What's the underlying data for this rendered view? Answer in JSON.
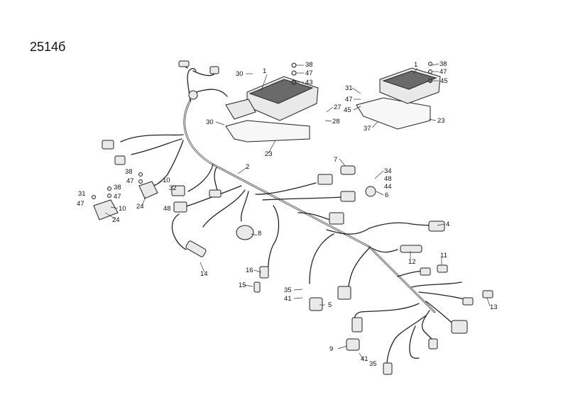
{
  "diagram_id": "2514б",
  "callouts": [
    {
      "id": "c1a",
      "label": "1"
    },
    {
      "id": "c1b",
      "label": "1"
    },
    {
      "id": "c2",
      "label": "2"
    },
    {
      "id": "c4",
      "label": "4"
    },
    {
      "id": "c5",
      "label": "5"
    },
    {
      "id": "c6",
      "label": "6"
    },
    {
      "id": "c7",
      "label": "7"
    },
    {
      "id": "c8",
      "label": "8"
    },
    {
      "id": "c9",
      "label": "9"
    },
    {
      "id": "c10a",
      "label": "10"
    },
    {
      "id": "c10b",
      "label": "10"
    },
    {
      "id": "c11",
      "label": "11"
    },
    {
      "id": "c12",
      "label": "12"
    },
    {
      "id": "c13",
      "label": "13"
    },
    {
      "id": "c14",
      "label": "14"
    },
    {
      "id": "c15",
      "label": "15"
    },
    {
      "id": "c16",
      "label": "16"
    },
    {
      "id": "c23a",
      "label": "23"
    },
    {
      "id": "c23b",
      "label": "23"
    },
    {
      "id": "c24a",
      "label": "24"
    },
    {
      "id": "c24b",
      "label": "24"
    },
    {
      "id": "c27",
      "label": "27"
    },
    {
      "id": "c28",
      "label": "28"
    },
    {
      "id": "c30a",
      "label": "30"
    },
    {
      "id": "c30b",
      "label": "30"
    },
    {
      "id": "c31a",
      "label": "31"
    },
    {
      "id": "c31b",
      "label": "31"
    },
    {
      "id": "c32",
      "label": "32"
    },
    {
      "id": "c34",
      "label": "34"
    },
    {
      "id": "c35a",
      "label": "35"
    },
    {
      "id": "c35b",
      "label": "35"
    },
    {
      "id": "c37",
      "label": "37"
    },
    {
      "id": "c38a",
      "label": "38"
    },
    {
      "id": "c38b",
      "label": "38"
    },
    {
      "id": "c38c",
      "label": "38"
    },
    {
      "id": "c38d",
      "label": "38"
    },
    {
      "id": "c41a",
      "label": "41"
    },
    {
      "id": "c41b",
      "label": "41"
    },
    {
      "id": "c43",
      "label": "43"
    },
    {
      "id": "c44",
      "label": "44"
    },
    {
      "id": "c45a",
      "label": "45"
    },
    {
      "id": "c45b",
      "label": "45"
    },
    {
      "id": "c47a",
      "label": "47"
    },
    {
      "id": "c47b",
      "label": "47"
    },
    {
      "id": "c47c",
      "label": "47"
    },
    {
      "id": "c47d",
      "label": "47"
    },
    {
      "id": "c47e",
      "label": "47"
    },
    {
      "id": "c48a",
      "label": "48"
    },
    {
      "id": "c48b",
      "label": "48"
    }
  ]
}
